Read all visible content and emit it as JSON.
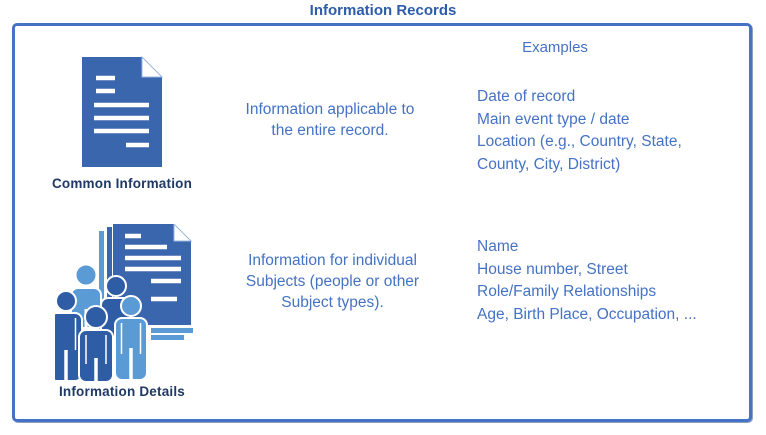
{
  "title": "Information Records",
  "examples_header": "Examples",
  "colors": {
    "border": "#4472C4",
    "title_text": "#2E5CA8",
    "label_text": "#1F3864",
    "body_text": "#4472C4",
    "icon_blue": "#3A66AE",
    "icon_dark_person_blue": "#2E5DA6",
    "icon_light_person_blue": "#5B9BD5"
  },
  "rows": [
    {
      "label": "Common Information",
      "icon": "document-icon",
      "description_lines": [
        "Information applicable to",
        "the entire record."
      ],
      "example_lines": [
        "Date of record",
        "Main event type / date",
        "Location (e.g., Country, State,",
        "County, City, District)"
      ]
    },
    {
      "label": "Information Details",
      "icon": "people-documents-icon",
      "description_lines": [
        "Information for individual",
        "Subjects (people or other",
        "Subject types)."
      ],
      "example_lines": [
        "Name",
        "House number, Street",
        "Role/Family Relationships",
        "Age, Birth Place, Occupation, ..."
      ]
    }
  ]
}
